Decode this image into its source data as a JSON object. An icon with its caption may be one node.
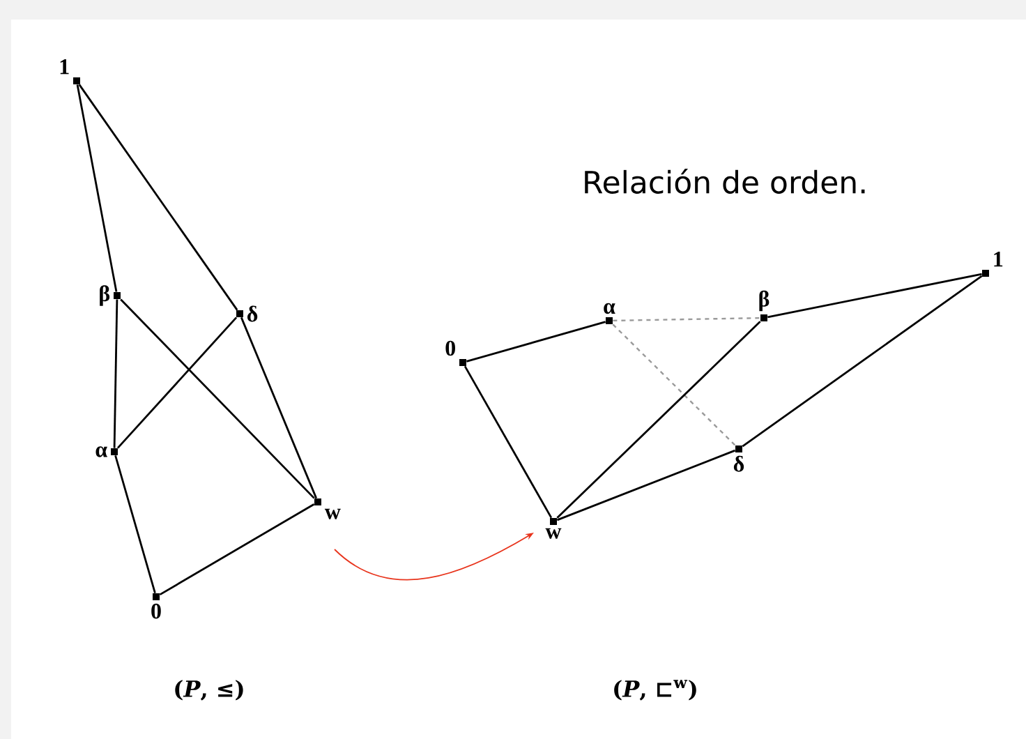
{
  "diagram": {
    "nodes": [
      {
        "text": [
          "1"
        ]
      },
      {
        "text": [
          "β"
        ]
      },
      {
        "text": [
          "δ"
        ]
      },
      {
        "text": [
          "α"
        ]
      },
      {
        "text": [
          "w"
        ]
      },
      {
        "text": [
          "0"
        ]
      },
      {
        "text": [
          "0"
        ]
      },
      {
        "text": [
          "α"
        ]
      },
      {
        "text": [
          "β"
        ]
      },
      {
        "text": [
          "1"
        ]
      },
      {
        "text": [
          "δ"
        ]
      },
      {
        "text": [
          "w"
        ]
      }
    ],
    "edges": [
      {
        "from": 0,
        "to": 1,
        "arrow": "none"
      },
      {
        "from": 0,
        "to": 2,
        "arrow": "none"
      },
      {
        "from": 1,
        "to": 3,
        "arrow": "none"
      },
      {
        "from": 1,
        "to": 4,
        "arrow": "none"
      },
      {
        "from": 3,
        "to": 2,
        "arrow": "none"
      },
      {
        "from": 2,
        "to": 4,
        "arrow": "none"
      },
      {
        "from": 3,
        "to": 5,
        "arrow": "none"
      },
      {
        "from": 4,
        "to": 5,
        "arrow": "none"
      },
      {
        "from": 6,
        "to": 7,
        "arrow": "none"
      },
      {
        "from": 7,
        "to": 8,
        "arrow": "none",
        "style": "dashed",
        "color": "#9a9a9a"
      },
      {
        "from": 8,
        "to": 9,
        "arrow": "none"
      },
      {
        "from": 9,
        "to": 10,
        "arrow": "none"
      },
      {
        "from": 7,
        "to": 10,
        "arrow": "none",
        "style": "dashed",
        "color": "#9a9a9a"
      },
      {
        "from": 6,
        "to": 11,
        "arrow": "none"
      },
      {
        "from": 11,
        "to": 8,
        "arrow": "none"
      },
      {
        "from": 11,
        "to": 10,
        "arrow": "none"
      },
      {
        "from": 4,
        "to": 11,
        "arrow": "to",
        "color": "#e8341c"
      }
    ],
    "labels": [
      "Relación de orden.",
      "(*P*, ≤)",
      "(*P*, ⊏$^{w}$)"
    ]
  }
}
